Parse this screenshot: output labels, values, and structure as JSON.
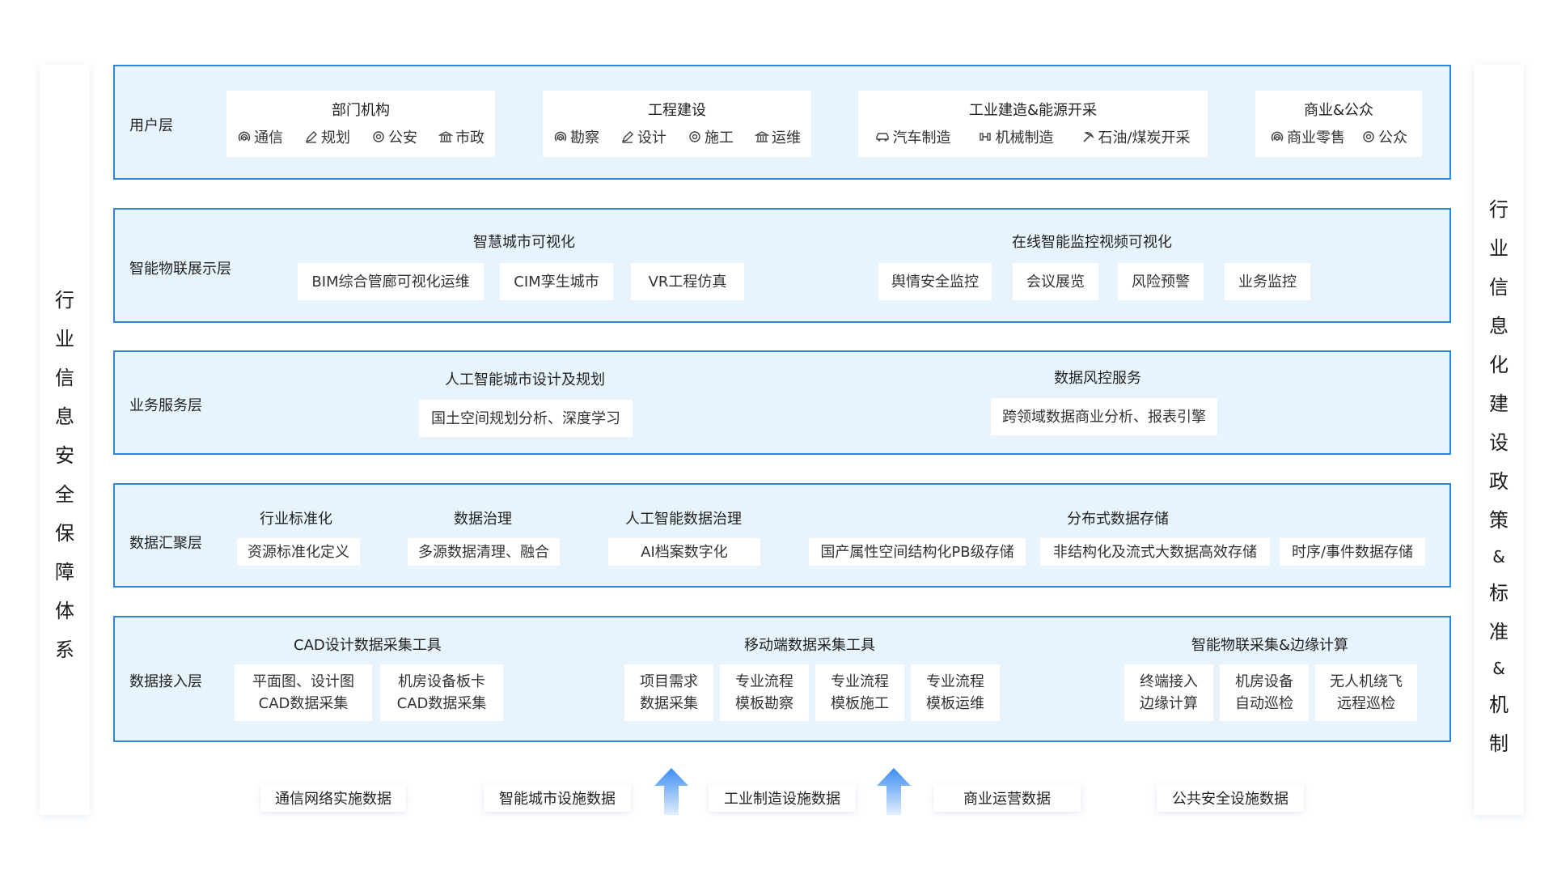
{
  "left_pillar": [
    "行",
    "业",
    "信",
    "息",
    "安",
    "全",
    "保",
    "障",
    "体",
    "系"
  ],
  "right_pillar": [
    "行",
    "业",
    "信",
    "息",
    "化",
    "建",
    "设",
    "政",
    "策",
    "&",
    "标",
    "准",
    "&",
    "机",
    "制"
  ],
  "layers": {
    "user": {
      "label": "用户层",
      "groups": [
        {
          "title": "部门机构",
          "tags": [
            {
              "icon": "signal-icon",
              "text": "通信"
            },
            {
              "icon": "pen-icon",
              "text": "规划"
            },
            {
              "icon": "target-icon",
              "text": "公安"
            },
            {
              "icon": "building-icon",
              "text": "市政"
            }
          ]
        },
        {
          "title": "工程建设",
          "tags": [
            {
              "icon": "signal-icon",
              "text": "勘察"
            },
            {
              "icon": "pen-icon",
              "text": "设计"
            },
            {
              "icon": "target-icon",
              "text": "施工"
            },
            {
              "icon": "building-icon",
              "text": "运维"
            }
          ]
        },
        {
          "title": "工业建造&能源开采",
          "tags": [
            {
              "icon": "car-icon",
              "text": "汽车制造"
            },
            {
              "icon": "dumbbell-icon",
              "text": "机械制造"
            },
            {
              "icon": "pickaxe-icon",
              "text": "石油/煤炭开采"
            }
          ]
        },
        {
          "title": "商业&公众",
          "tags": [
            {
              "icon": "signal-icon",
              "text": "商业零售"
            },
            {
              "icon": "target-icon",
              "text": "公众"
            }
          ]
        }
      ]
    },
    "iot_display": {
      "label": "智能物联展示层",
      "groups": [
        {
          "title": "智慧城市可视化",
          "items": [
            "BIM综合管廊可视化运维",
            "CIM孪生城市",
            "VR工程仿真"
          ]
        },
        {
          "title": "在线智能监控视频可视化",
          "items": [
            "舆情安全监控",
            "会议展览",
            "风险预警",
            "业务监控"
          ]
        }
      ]
    },
    "business": {
      "label": "业务服务层",
      "groups": [
        {
          "title": "人工智能城市设计及规划",
          "items": [
            "国土空间规划分析、深度学习"
          ]
        },
        {
          "title": "数据风控服务",
          "items": [
            "跨领域数据商业分析、报表引擎"
          ]
        }
      ]
    },
    "aggregation": {
      "label": "数据汇聚层",
      "groups": [
        {
          "title": "行业标准化",
          "items": [
            "资源标准化定义"
          ]
        },
        {
          "title": "数据治理",
          "items": [
            "多源数据清理、融合"
          ]
        },
        {
          "title": "人工智能数据治理",
          "items": [
            "AI档案数字化"
          ]
        },
        {
          "title": "分布式数据存储",
          "items": [
            "国产属性空间结构化PB级存储",
            "非结构化及流式大数据高效存储",
            "时序/事件数据存储"
          ]
        }
      ]
    },
    "access": {
      "label": "数据接入层",
      "groups": [
        {
          "title": "CAD设计数据采集工具",
          "items": [
            [
              "平面图、设计图",
              "CAD数据采集"
            ],
            [
              "机房设备板卡",
              "CAD数据采集"
            ]
          ]
        },
        {
          "title": "移动端数据采集工具",
          "items": [
            [
              "项目需求",
              "数据采集"
            ],
            [
              "专业流程",
              "模板勘察"
            ],
            [
              "专业流程",
              "模板施工"
            ],
            [
              "专业流程",
              "模板运维"
            ]
          ]
        },
        {
          "title": "智能物联采集&边缘计算",
          "items": [
            [
              "终端接入",
              "边缘计算"
            ],
            [
              "机房设备",
              "自动巡检"
            ],
            [
              "无人机绕飞",
              "远程巡检"
            ]
          ]
        }
      ]
    }
  },
  "sources": [
    "通信网络实施数据",
    "智能城市设施数据",
    "工业制造设施数据",
    "商业运营数据",
    "公共安全设施数据"
  ],
  "colors": {
    "accent": "#2f86d3",
    "layer_bg": "#e8f4fd",
    "arrow": "#3d8df0"
  }
}
